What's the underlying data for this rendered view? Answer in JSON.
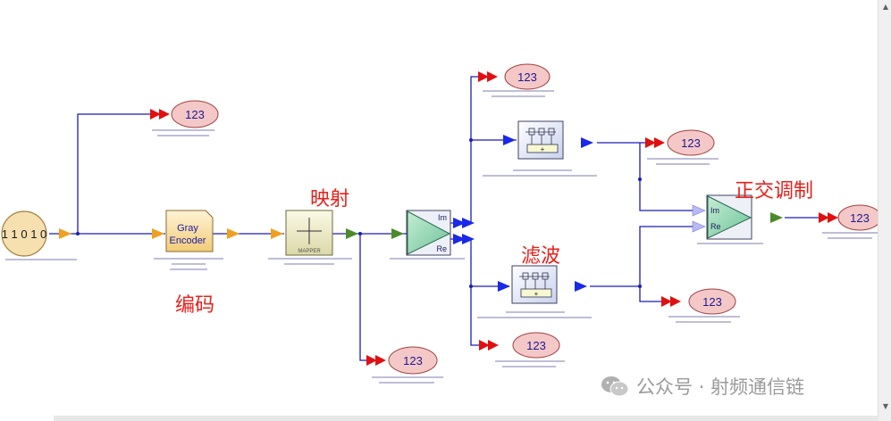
{
  "annotations": {
    "mapping": "映射",
    "encoding": "编码",
    "filtering": "滤波",
    "quad_mod": "正交调制"
  },
  "blocks": {
    "source_text": "1 1 0 1 0",
    "gray_line1": "Gray",
    "gray_line2": "Encoder",
    "mapper_label": "MAPPER",
    "split_im": "Im",
    "split_re": "Re",
    "mod_im": "Im",
    "mod_re": "Re",
    "filter_plus": "+"
  },
  "sinks": {
    "s_top": "123",
    "s_a": "123",
    "s_b": "123",
    "s_c": "123",
    "s_d": "123",
    "s_e": "123",
    "s_f": "123"
  },
  "watermark": {
    "text": "公众号 · 射频通信链"
  },
  "colors": {
    "wire": "#1c1cb4",
    "sink_fill": "#f5c8c8",
    "arrow_red": "#e01010",
    "arrow_orange": "#f0a020",
    "arrow_green": "#4a8a2a",
    "arrow_blue": "#1a28e8",
    "annotation": "#e8201a"
  }
}
